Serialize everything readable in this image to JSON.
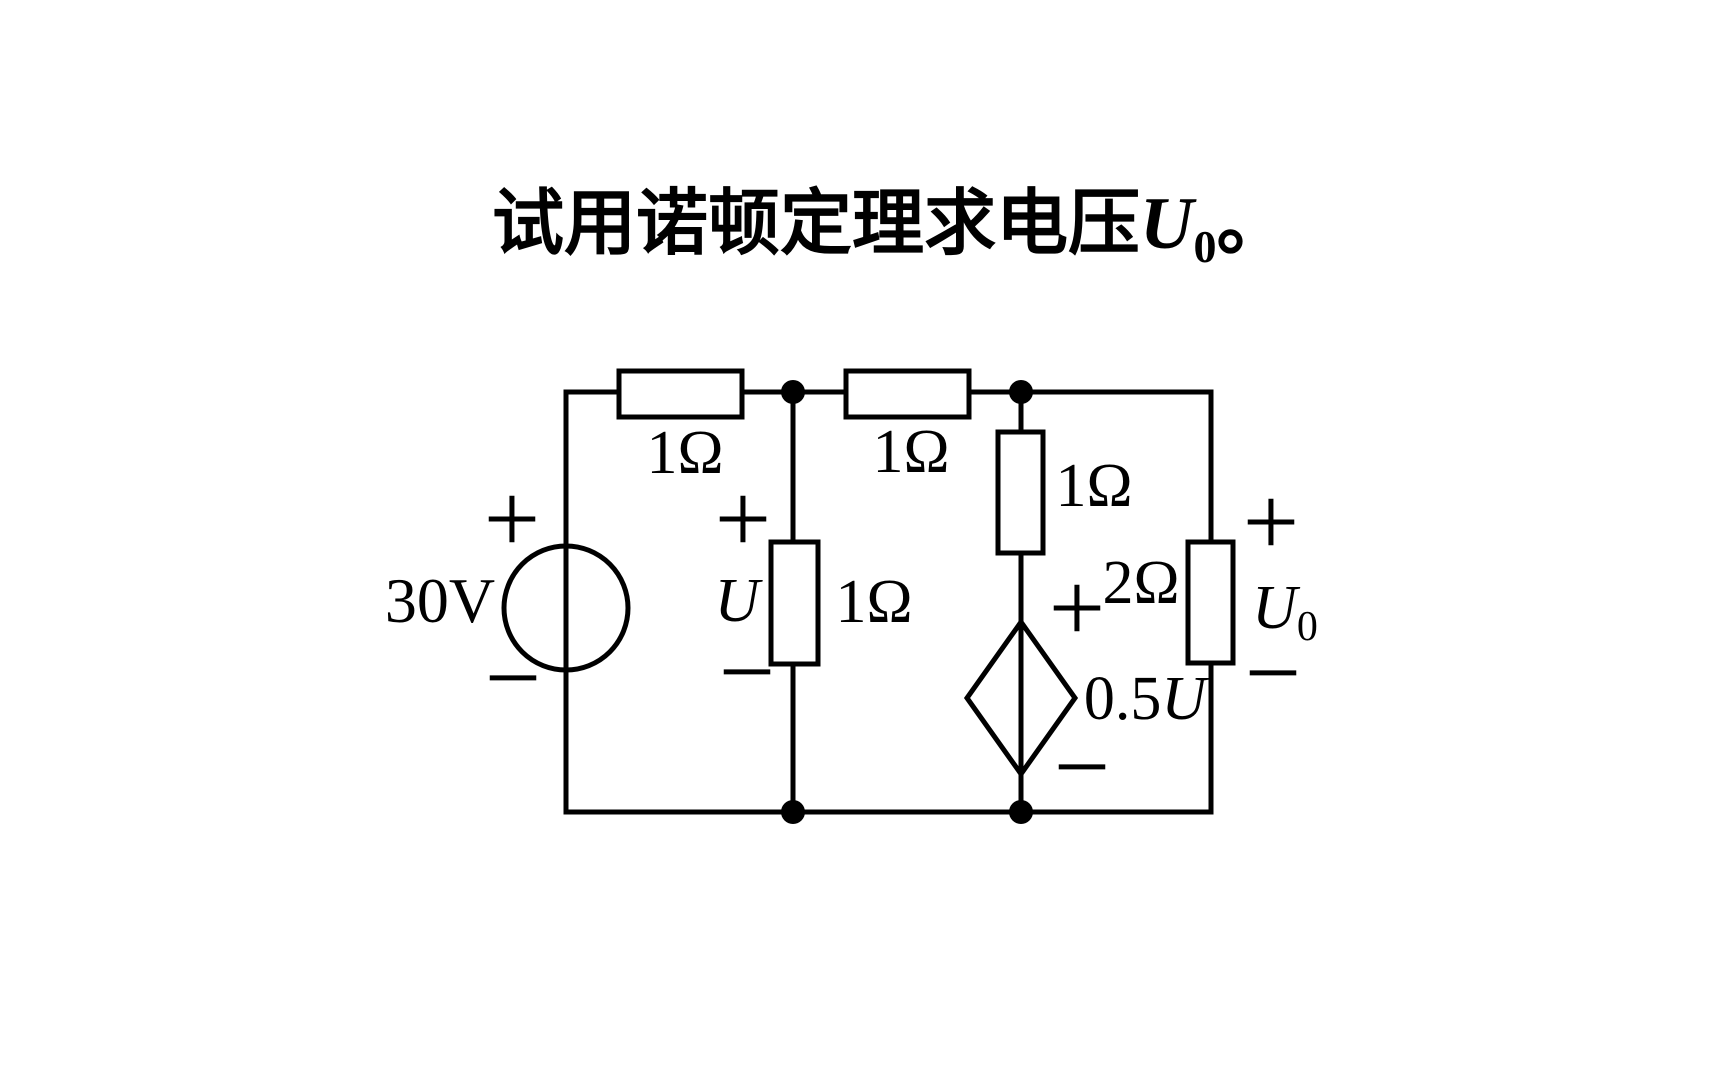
{
  "title": {
    "prefix": "试用诺顿定理求电压",
    "variable": "U",
    "subscript": "0",
    "suffix": "。"
  },
  "circuit": {
    "ink_color": "#000000",
    "background_color": "#ffffff",
    "voltage_source": {
      "value": "30V",
      "plus": "+",
      "minus": "−"
    },
    "resistors": {
      "top_left": "1Ω",
      "top_right": "1Ω",
      "middle_vertical": "1Ω",
      "branch_vertical": "1Ω",
      "output": "2Ω"
    },
    "voltage_u": {
      "label": "U",
      "plus": "+",
      "minus": "−"
    },
    "dependent_source": {
      "coefficient": "0.5",
      "variable": "U",
      "plus": "+",
      "minus": "−"
    },
    "output_voltage": {
      "label": "U",
      "subscript": "0",
      "plus": "+",
      "minus": "−"
    }
  }
}
